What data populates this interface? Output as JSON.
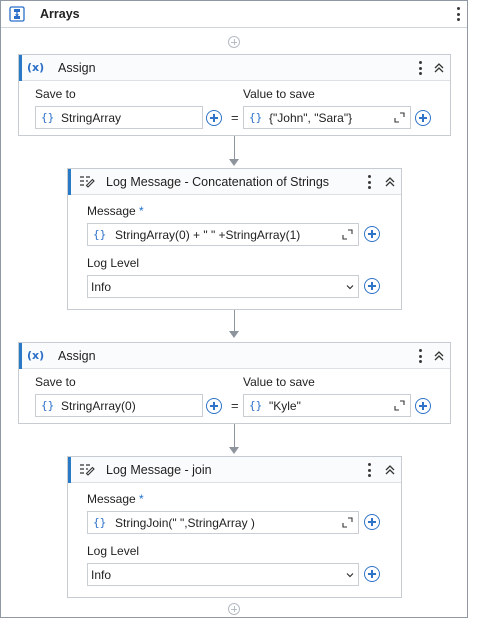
{
  "sequence": {
    "title": "Arrays"
  },
  "activities": [
    {
      "type": "assign",
      "title": "Assign",
      "save_to_label": "Save to",
      "value_label": "Value to save",
      "save_to": "StringArray",
      "value": "{\"John\", \"Sara\"}",
      "brace": "{}",
      "equals": "="
    },
    {
      "type": "log",
      "title": "Log Message - Concatenation of Strings",
      "message_label": "Message",
      "required": "*",
      "message": "StringArray(0) + \" \" +StringArray(1)",
      "brace": "{}",
      "level_label": "Log Level",
      "level": "Info"
    },
    {
      "type": "assign",
      "title": "Assign",
      "save_to_label": "Save to",
      "value_label": "Value to save",
      "save_to": "StringArray(0)",
      "value": "\"Kyle\"",
      "brace": "{}",
      "equals": "="
    },
    {
      "type": "log",
      "title": "Log Message - join",
      "message_label": "Message",
      "required": "*",
      "message": "StringJoin(\" \",StringArray )",
      "brace": "{}",
      "level_label": "Log Level",
      "level": "Info"
    }
  ],
  "colors": {
    "accent": "#2a79c4",
    "icon_blue": "#2f74c8",
    "border": "#c7ccd2"
  },
  "icons": {
    "sequence": "sequence-icon",
    "assign": "variable-x-icon",
    "log": "log-message-icon",
    "more": "kebab-icon",
    "collapse": "chevron-up-icon",
    "expand": "expand-editor-icon",
    "add": "plus-circle-icon",
    "dropdown": "chevron-down-icon"
  }
}
